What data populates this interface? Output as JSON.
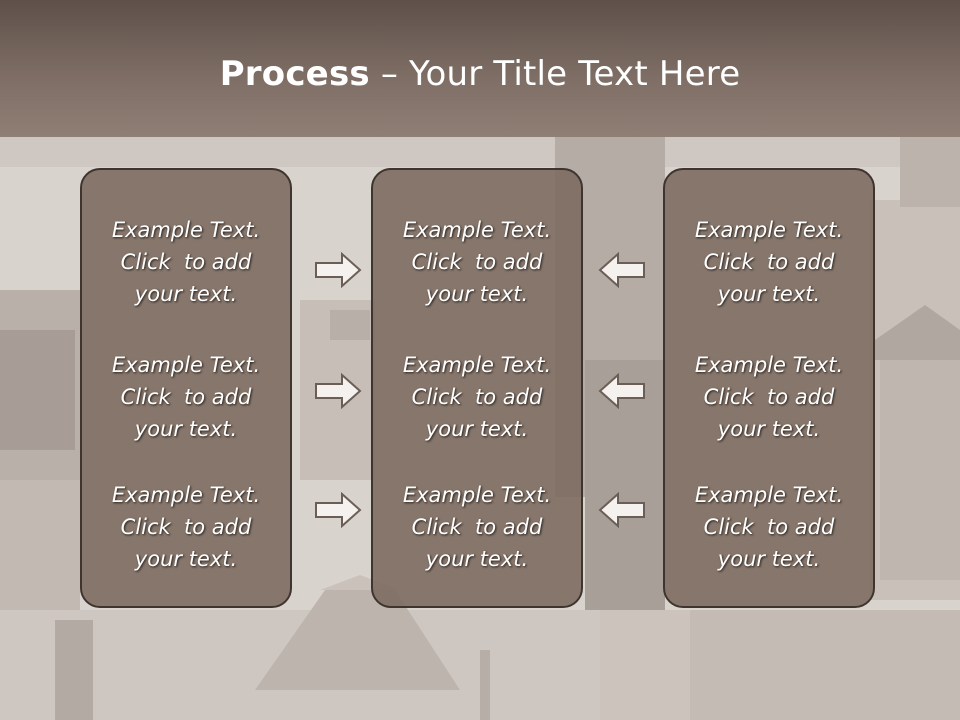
{
  "header": {
    "title_bold": "Process",
    "title_rest": " – Your Title Text Here"
  },
  "boxes": [
    {
      "items": [
        {
          "line1": "Example Text.",
          "line2": "Click  to add",
          "line3": "your text."
        },
        {
          "line1": "Example Text.",
          "line2": "Click  to add",
          "line3": "your text."
        },
        {
          "line1": "Example Text.",
          "line2": "Click  to add",
          "line3": "your text."
        }
      ]
    },
    {
      "items": [
        {
          "line1": "Example Text.",
          "line2": "Click  to add",
          "line3": "your text."
        },
        {
          "line1": "Example Text.",
          "line2": "Click  to add",
          "line3": "your text."
        },
        {
          "line1": "Example Text.",
          "line2": "Click  to add",
          "line3": "your text."
        }
      ]
    },
    {
      "items": [
        {
          "line1": "Example Text.",
          "line2": "Click  to add",
          "line3": "your text."
        },
        {
          "line1": "Example Text.",
          "line2": "Click  to add",
          "line3": "your text."
        },
        {
          "line1": "Example Text.",
          "line2": "Click  to add",
          "line3": "your text."
        }
      ]
    }
  ],
  "arrows": {
    "left_to_center": "right-arrow-icon",
    "right_to_center": "left-arrow-icon"
  },
  "colors": {
    "title_bar": "#7d6d64",
    "box_fill": "#7d6c61",
    "box_border": "#3f3530",
    "text": "#ffffff",
    "background": "#d8d2cc"
  }
}
